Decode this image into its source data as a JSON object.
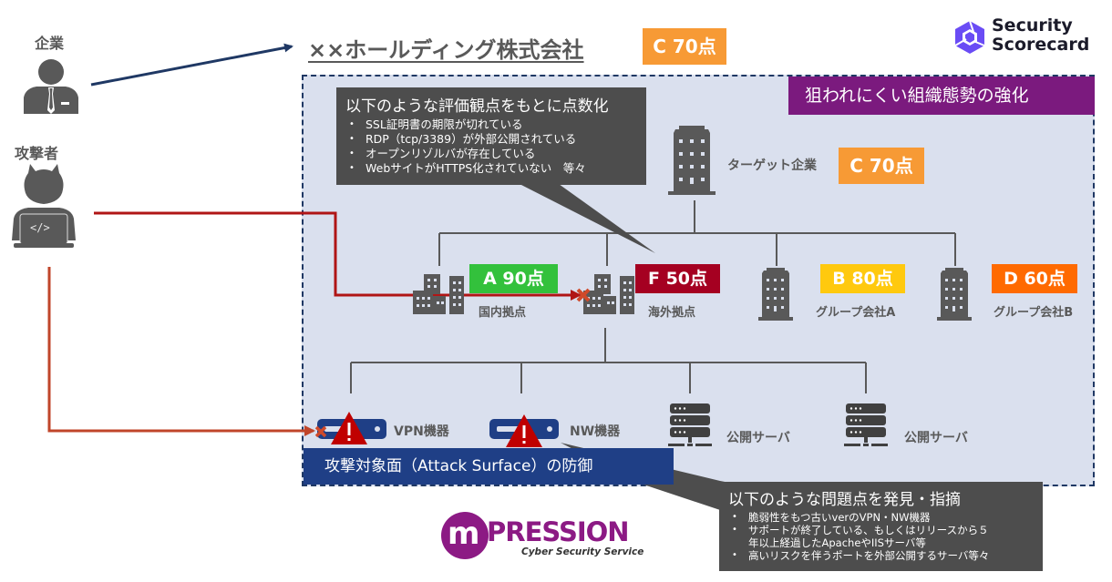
{
  "actors": {
    "company_label": "企業",
    "attacker_label": "攻撃者",
    "attacker_laptop_glyph": "</>"
  },
  "header": {
    "company_name": "××ホールディング株式会社",
    "company_score": "C 70点",
    "company_score_color": "#f79a35"
  },
  "logos": {
    "ssc_line1": "Security",
    "ssc_line2": "Scorecard",
    "ssc_color": "#6a4cf5",
    "mpression_mark": "m",
    "mpression_word": "PRESSION",
    "mpression_tagline": "Cyber Security Service",
    "mpression_color": "#8c1a84"
  },
  "banners": {
    "top_right": "狙われにくい組織態勢の強化",
    "top_right_color": "#7b1a7e",
    "bottom_left": "攻撃対象面（Attack Surface）の防御",
    "bottom_left_color": "#1f3f86"
  },
  "callout_scoring": {
    "title": "以下のような評価観点をもとに点数化",
    "items": [
      "SSL証明書の期限が切れている",
      "RDP（tcp/3389）が外部公開されている",
      "オープンリゾルバが存在している",
      "WebサイトがHTTPS化されていない　等々"
    ]
  },
  "callout_findings": {
    "title": "以下のような問題点を発見・指摘",
    "items": [
      "脆弱性をもつ古いverのVPN・NW機器",
      "サポートが終了している、もしくはリリースから５",
      "年以上経過したApacheやIISサーバ等",
      "高いリスクを伴うポートを外部公開するサーバ等々"
    ]
  },
  "org_tree": {
    "root": {
      "label": "ターゲット企業",
      "score": "C 70点",
      "color": "#f79a35"
    },
    "sites": [
      {
        "label": "国内拠点",
        "score": "A 90点",
        "color": "#33c13c"
      },
      {
        "label": "海外拠点",
        "score": "F 50点",
        "color": "#a50021"
      },
      {
        "label": "グループ会社A",
        "score": "B 80点",
        "color": "#ffc90e"
      },
      {
        "label": "グループ会社B",
        "score": "D 60点",
        "color": "#ff6a00"
      }
    ],
    "devices": [
      {
        "label": "VPN機器",
        "type": "network-appliance",
        "warning": true
      },
      {
        "label": "NW機器",
        "type": "network-appliance",
        "warning": true
      },
      {
        "label": "公開サーバ",
        "type": "server",
        "warning": false
      },
      {
        "label": "公開サーバ",
        "type": "server",
        "warning": false
      }
    ]
  }
}
